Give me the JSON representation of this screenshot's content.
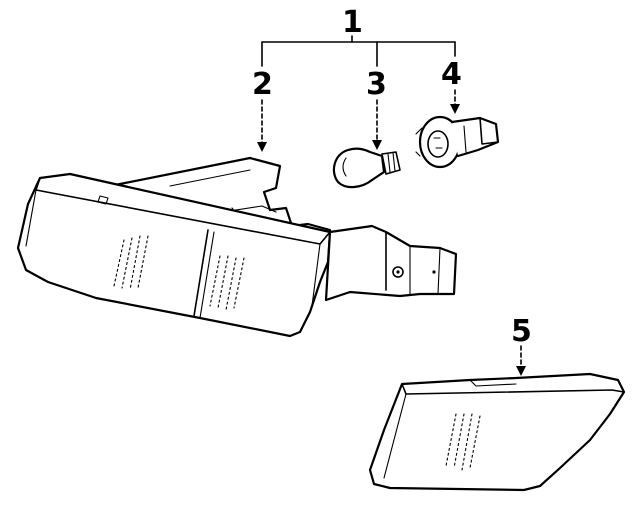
{
  "callouts": {
    "c1": "1",
    "c2": "2",
    "c3": "3",
    "c4": "4",
    "c5": "5"
  },
  "parts": [
    {
      "name": "headlamp-assembly",
      "callout": "1"
    },
    {
      "name": "housing-bracket",
      "callout": "2"
    },
    {
      "name": "bulb",
      "callout": "3"
    },
    {
      "name": "bulb-socket",
      "callout": "4"
    },
    {
      "name": "side-marker-lamp",
      "callout": "5"
    }
  ],
  "colors": {
    "line": "#000000",
    "background": "#ffffff"
  }
}
